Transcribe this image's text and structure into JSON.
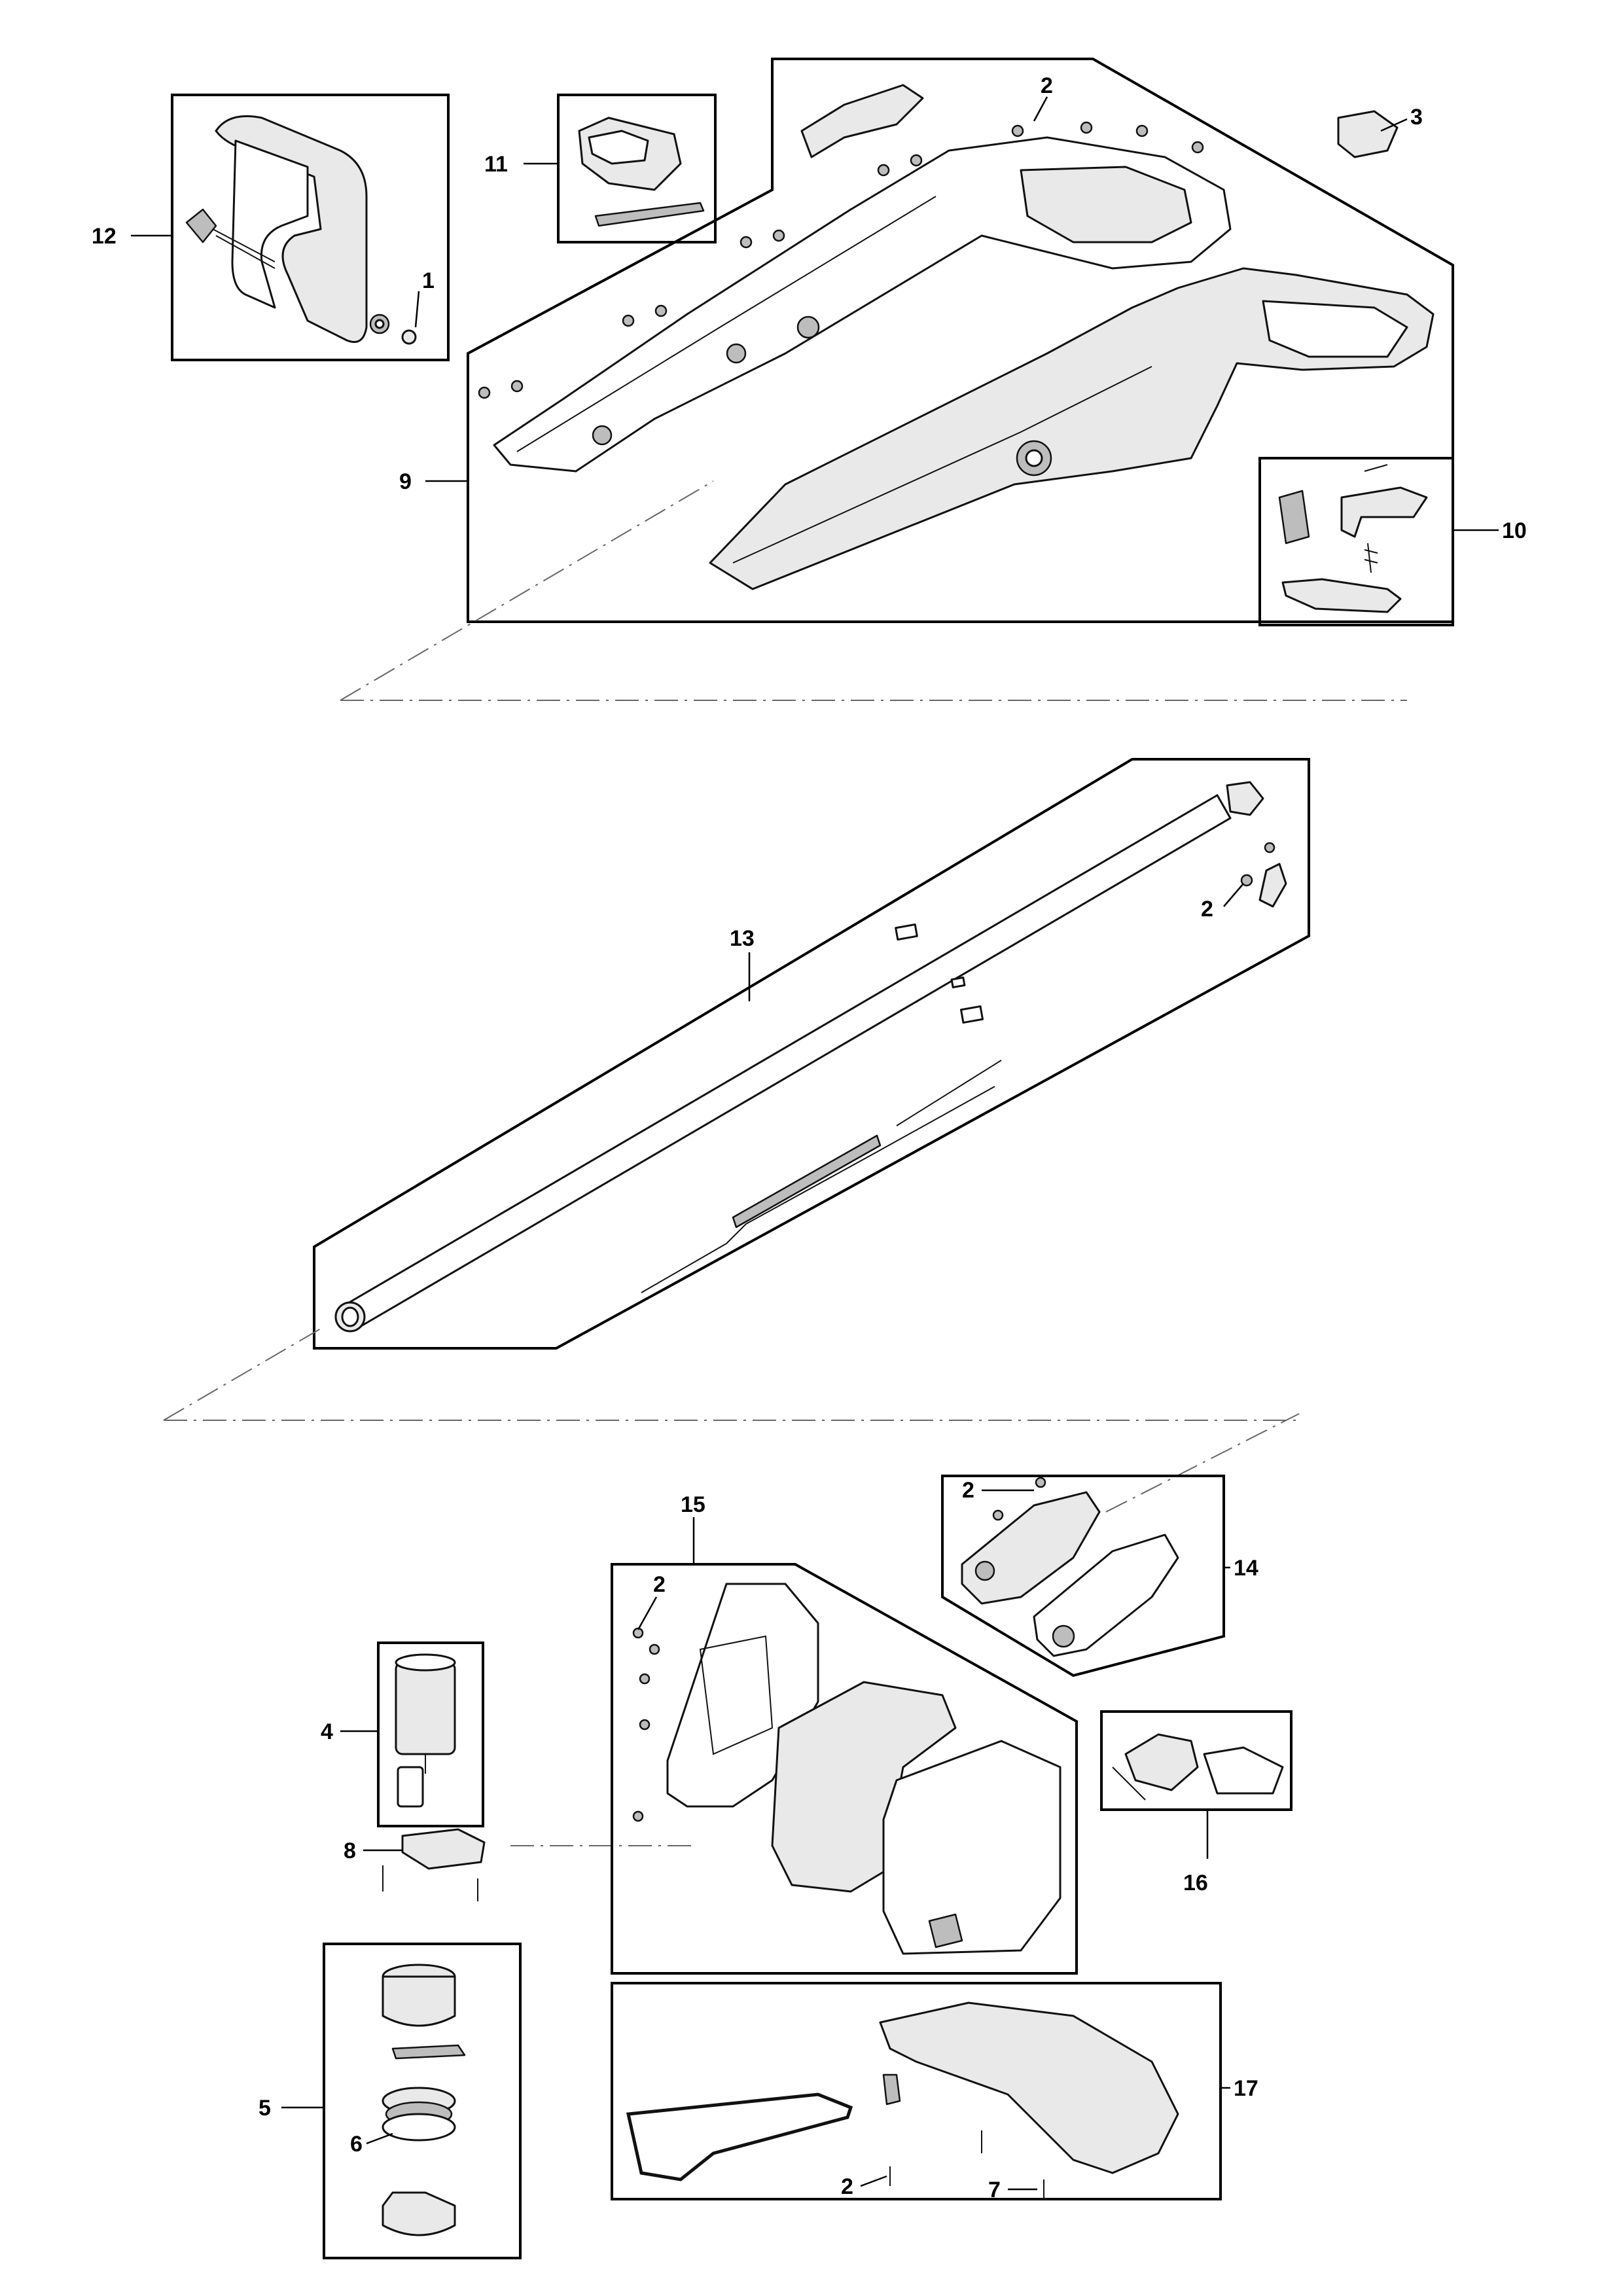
{
  "callouts": {
    "c1": "1",
    "c2a": "2",
    "c2b": "2",
    "c2c": "2",
    "c2d": "2",
    "c2e": "2",
    "c3": "3",
    "c4": "4",
    "c5": "5",
    "c6": "6",
    "c7": "7",
    "c8": "8",
    "c9": "9",
    "c10": "10",
    "c11": "11",
    "c12": "12",
    "c13": "13",
    "c14": "14",
    "c15": "15",
    "c16": "16",
    "c17": "17"
  },
  "colors": {
    "line": "#000000",
    "fill_light": "#e9e9e9",
    "fill_dark": "#bdbdbd",
    "guide": "#666666"
  }
}
